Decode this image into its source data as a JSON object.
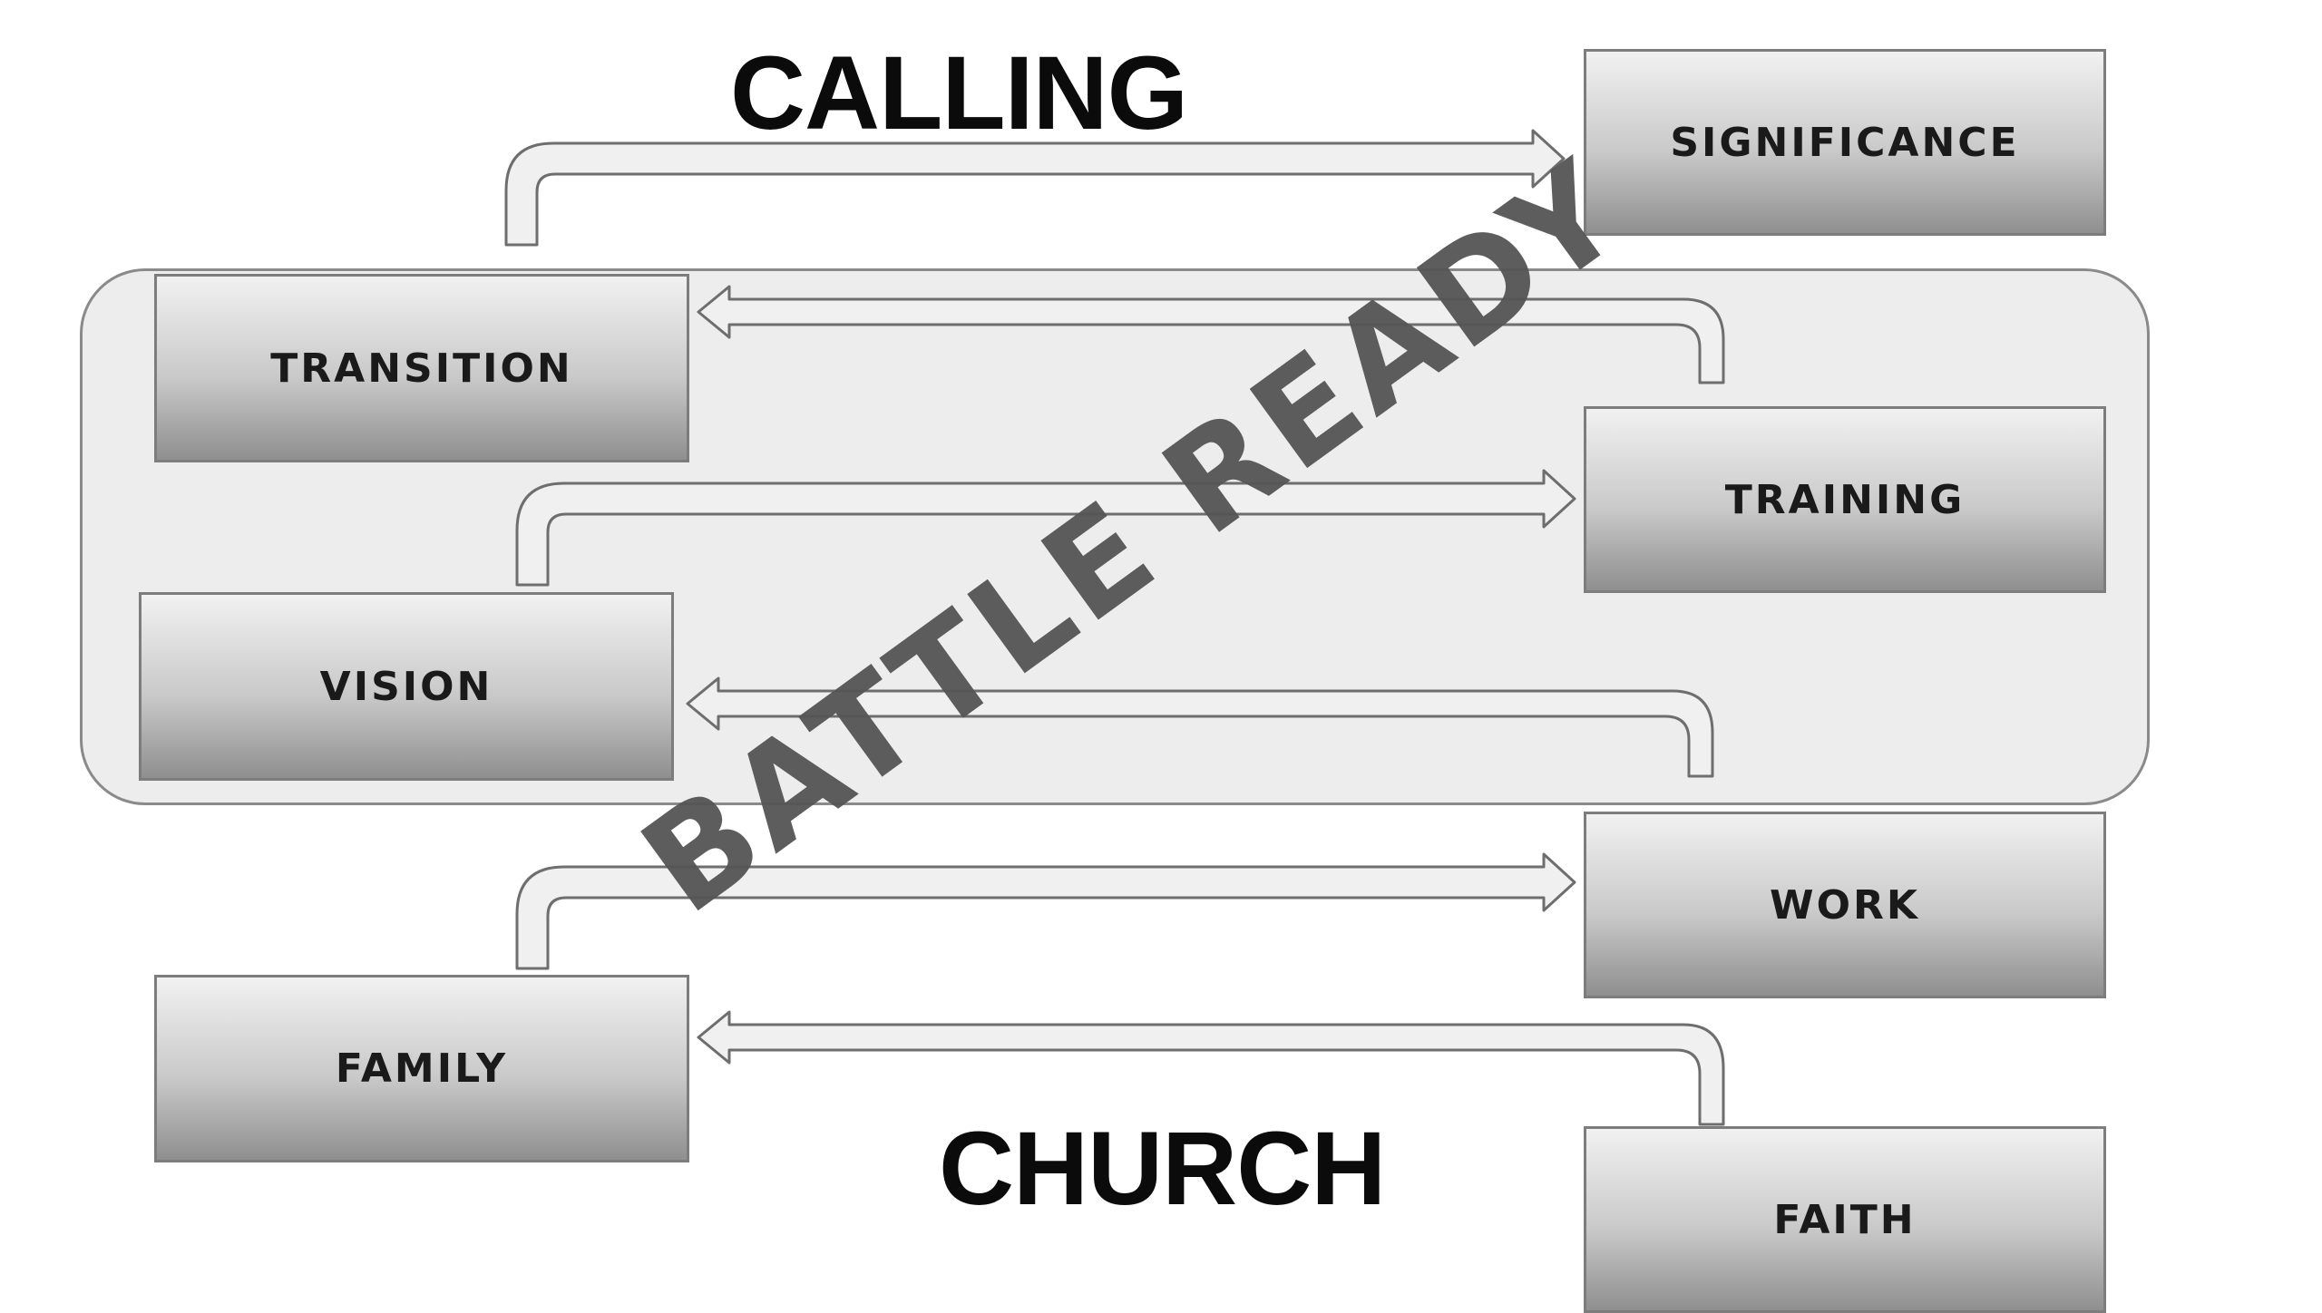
{
  "headings": {
    "top": "CALLING",
    "bottom": "CHURCH"
  },
  "boxes": {
    "significance": "SIGNIFICANCE",
    "transition": "TRANSITION",
    "training": "TRAINING",
    "vision": "VISION",
    "work": "WORK",
    "family": "FAMILY",
    "faith": "FAITH"
  },
  "group": {
    "stamp": "BATTLE READY"
  },
  "colors": {
    "arrow_fill": "#f0f0f0",
    "arrow_stroke": "#6e6e6e",
    "stamp": "#555555"
  }
}
